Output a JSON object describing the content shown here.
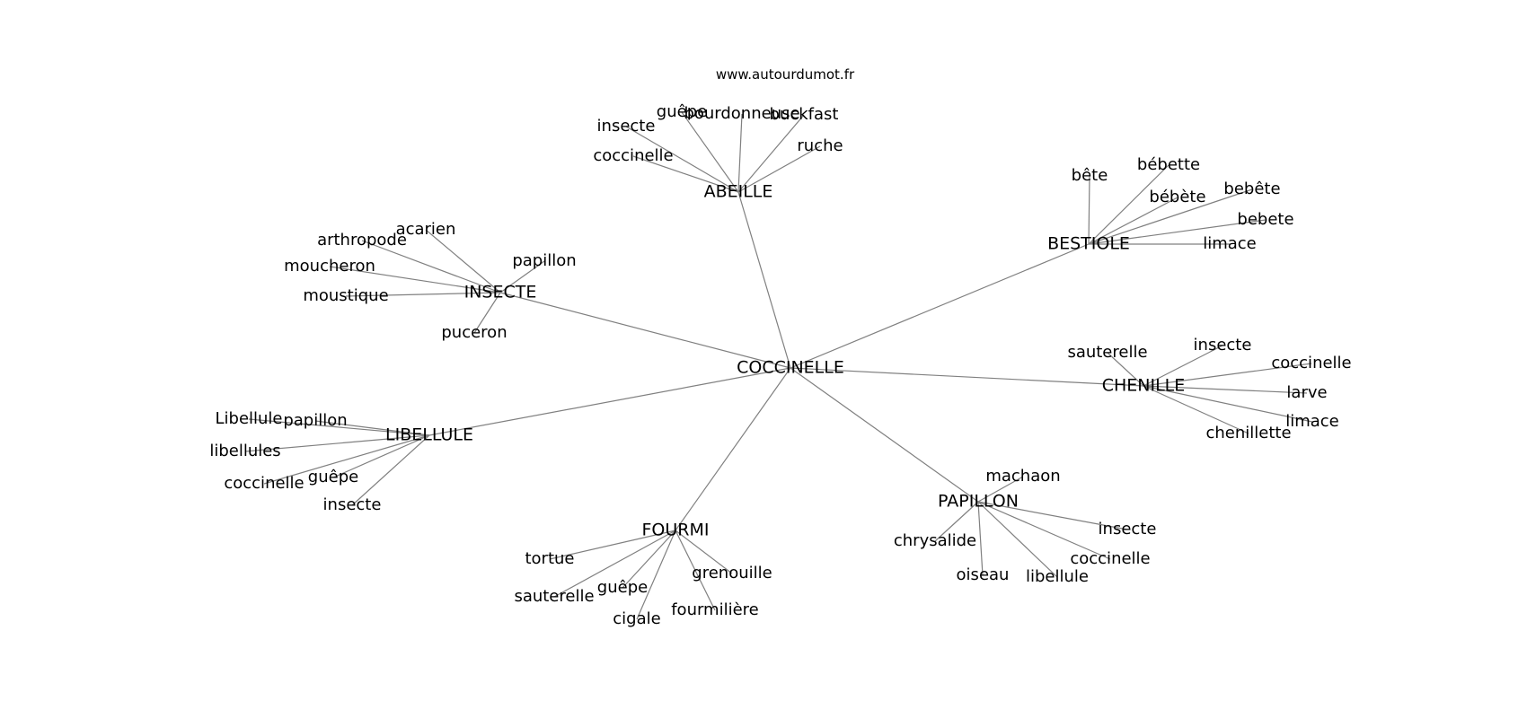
{
  "watermark": "www.autourdumot.fr",
  "colors": {
    "edge": "#808080",
    "text": "#000000",
    "background": "#ffffff"
  },
  "graph": {
    "center": "COCCINELLE",
    "clusters": [
      {
        "hub": "ABEILLE",
        "leaves": [
          "insecte",
          "guêpe",
          "bourdonneuse",
          "buckfast",
          "coccinelle",
          "ruche"
        ]
      },
      {
        "hub": "BESTIOLE",
        "leaves": [
          "bête",
          "bébette",
          "bébète",
          "bebête",
          "bebete",
          "limace"
        ]
      },
      {
        "hub": "INSECTE",
        "leaves": [
          "acarien",
          "arthropode",
          "moucheron",
          "papillon",
          "moustique",
          "puceron"
        ]
      },
      {
        "hub": "CHENILLE",
        "leaves": [
          "sauterelle",
          "insecte",
          "coccinelle",
          "larve",
          "limace",
          "chenillette"
        ]
      },
      {
        "hub": "LIBELLULE",
        "leaves": [
          "Libellule",
          "papillon",
          "libellules",
          "coccinelle",
          "guêpe",
          "insecte"
        ]
      },
      {
        "hub": "PAPILLON",
        "leaves": [
          "machaon",
          "chrysalide",
          "insecte",
          "coccinelle",
          "oiseau",
          "libellule"
        ]
      },
      {
        "hub": "FOURMI",
        "leaves": [
          "tortue",
          "grenouille",
          "sauterelle",
          "guêpe",
          "cigale",
          "fourmilière"
        ]
      }
    ]
  }
}
